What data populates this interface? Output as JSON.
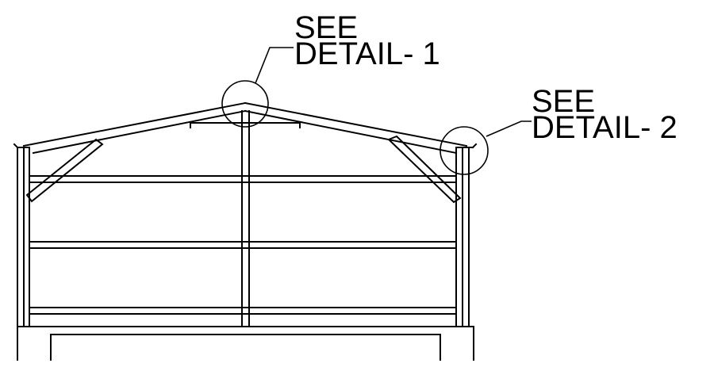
{
  "callouts": [
    {
      "line1": "SEE",
      "line2": "DETAIL- 1"
    },
    {
      "line1": "SEE",
      "line2": "DETAIL- 2"
    }
  ]
}
